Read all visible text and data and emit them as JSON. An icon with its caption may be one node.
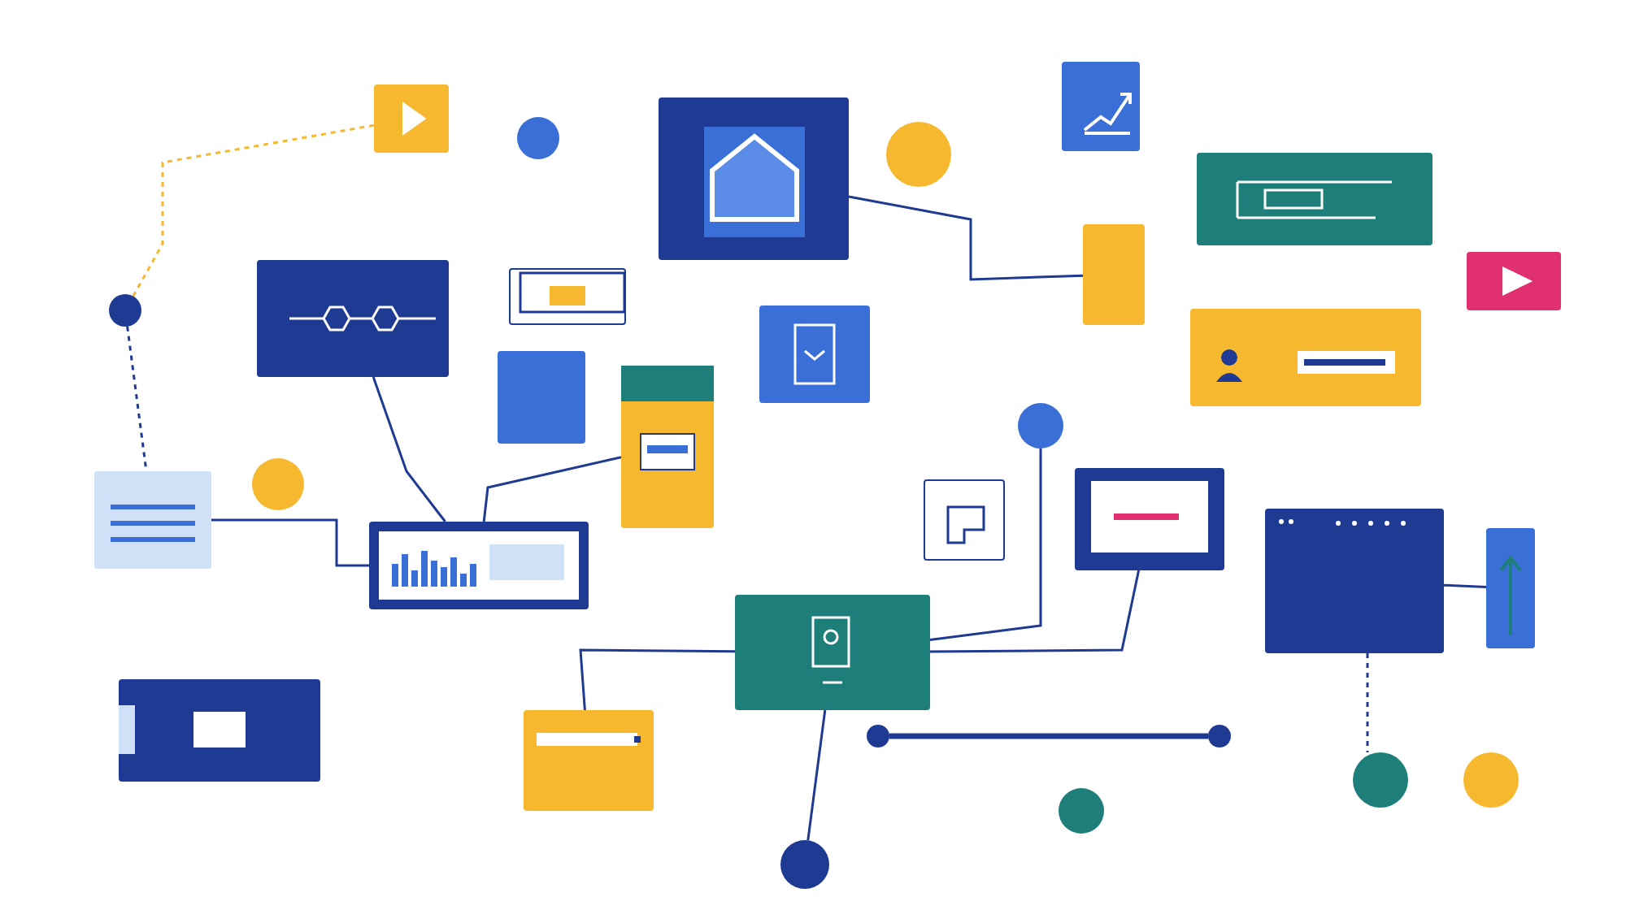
{
  "diagram": {
    "nodes": [
      {
        "text": [],
        "shape": "box"
      },
      {
        "text": [],
        "shape": "circle"
      },
      {
        "text": [],
        "shape": "box"
      },
      {
        "text": [],
        "shape": "circle"
      },
      {
        "text": [],
        "shape": "box"
      },
      {
        "text": [],
        "shape": "box"
      },
      {
        "text": [],
        "shape": "box"
      },
      {
        "text": [],
        "shape": "box"
      },
      {
        "text": [],
        "shape": "box"
      },
      {
        "text": [],
        "shape": "box"
      },
      {
        "text": [],
        "shape": "circle"
      },
      {
        "text": [],
        "shape": "box"
      },
      {
        "text": [],
        "shape": "box"
      },
      {
        "text": [],
        "shape": "box"
      },
      {
        "text": [],
        "shape": "box"
      },
      {
        "text": [],
        "shape": "circle"
      },
      {
        "text": [],
        "shape": "box"
      },
      {
        "text": [],
        "shape": "circle"
      },
      {
        "text": [],
        "shape": "box"
      },
      {
        "text": [],
        "shape": "box"
      },
      {
        "text": [],
        "shape": "box"
      },
      {
        "text": [],
        "shape": "box"
      },
      {
        "text": [],
        "shape": "box"
      },
      {
        "text": [],
        "shape": "box"
      },
      {
        "text": [],
        "shape": "box"
      },
      {
        "text": [],
        "shape": "box"
      },
      {
        "text": [],
        "shape": "circle"
      },
      {
        "text": [],
        "shape": "circle"
      },
      {
        "text": [],
        "shape": "circle"
      },
      {
        "text": [],
        "shape": "circle"
      },
      {
        "text": [],
        "shape": "circle"
      },
      {
        "text": [],
        "shape": "circle"
      }
    ],
    "edges": [
      {
        "from": 2,
        "to": 8,
        "arrow": "none"
      },
      {
        "from": 6,
        "to": 22,
        "arrow": "none"
      },
      {
        "from": 16,
        "to": 22,
        "arrow": "none"
      },
      {
        "from": 23,
        "to": 19,
        "arrow": "none"
      },
      {
        "from": 25,
        "to": 23,
        "arrow": "none"
      },
      {
        "from": 15,
        "to": 23,
        "arrow": "none"
      },
      {
        "from": 26,
        "to": 31,
        "arrow": "none",
        "style": "thick"
      },
      {
        "from": 20,
        "to": 29,
        "arrow": "none",
        "style": "dashed"
      },
      {
        "from": 10,
        "to": 16,
        "arrow": "none",
        "style": "dashed"
      },
      {
        "from": 22,
        "to": 14,
        "arrow": "none"
      },
      {
        "from": 20,
        "to": 21,
        "arrow": "none"
      },
      {
        "from": 23,
        "to": 28,
        "arrow": "none"
      },
      {
        "from": 0,
        "to": 10,
        "arrow": "none",
        "style": "dashed",
        "color": "#f5b82e"
      }
    ]
  }
}
